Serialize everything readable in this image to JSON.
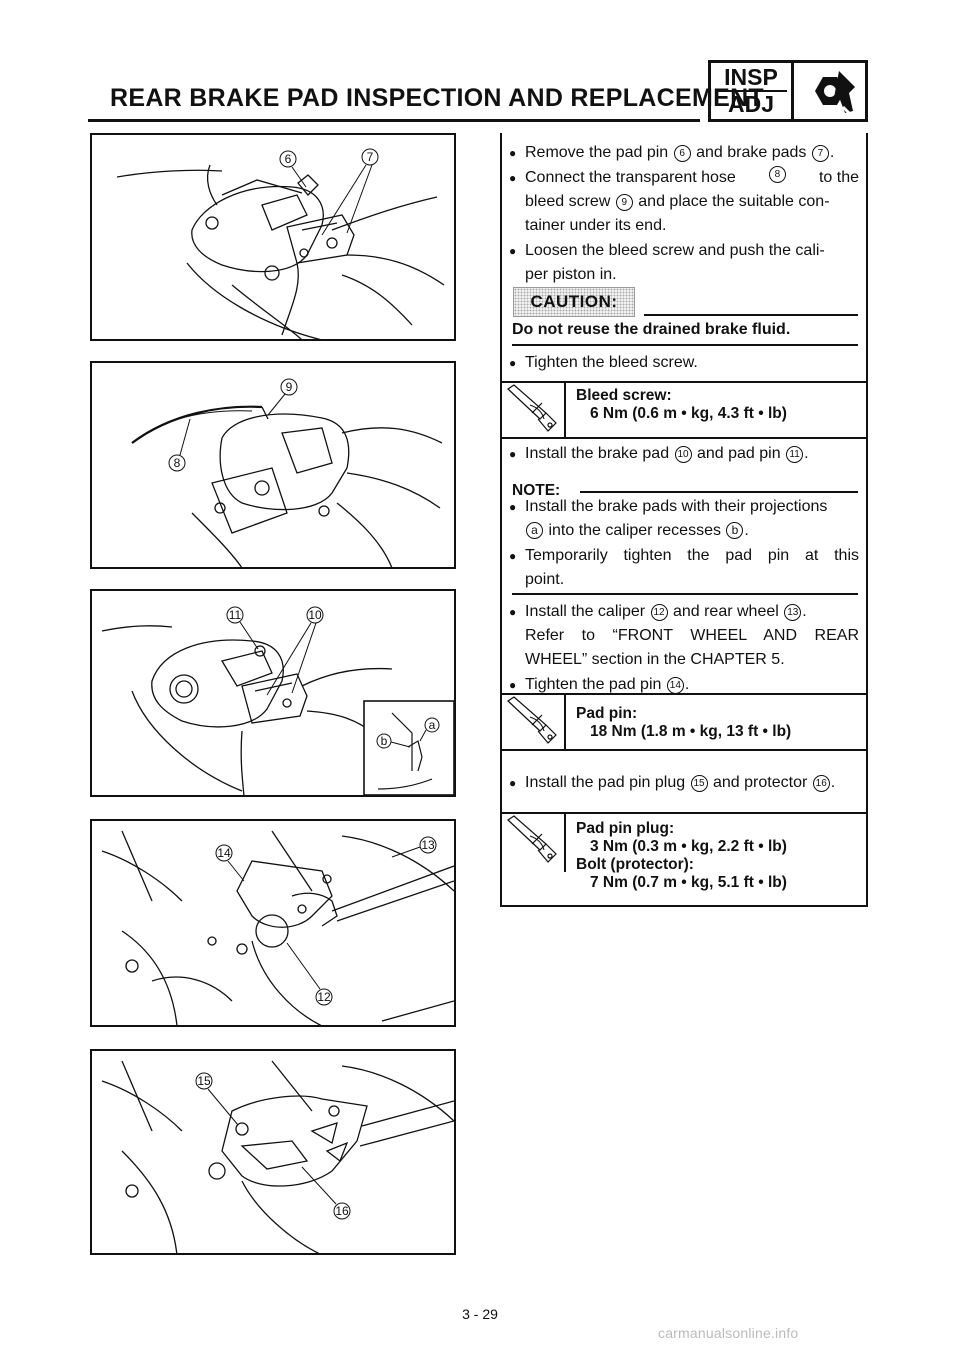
{
  "header": {
    "title": "REAR BRAKE PAD INSPECTION AND REPLACEMENT",
    "badge_top": "INSP",
    "badge_bottom": "ADJ",
    "icon": "wrench-and-nut-icon"
  },
  "figures": [
    {
      "callouts": [
        "6",
        "7"
      ]
    },
    {
      "callouts": [
        "9",
        "8"
      ]
    },
    {
      "callouts": [
        "11",
        "10",
        "a",
        "b"
      ]
    },
    {
      "callouts": [
        "14",
        "13",
        "12"
      ]
    },
    {
      "callouts": [
        "15",
        "16"
      ]
    }
  ],
  "steps": {
    "s1": {
      "a": "Remove the pad pin ",
      "n1": "6",
      "b": " and brake pads ",
      "n2": "7",
      "c": "."
    },
    "s2": {
      "l1a": "Connect the transparent hose ",
      "n1": "8",
      "l1b": " to the",
      "l2a": "bleed screw ",
      "n2": "9",
      "l2b": " and place the suitable con-",
      "l3": "tainer under its end."
    },
    "s3": {
      "l1": "Loosen the bleed screw and push the cali-",
      "l2": "per piston in."
    },
    "caution_label": "CAUTION:",
    "caution_text": "Do not reuse the drained brake fluid.",
    "s4": "Tighten the bleed screw.",
    "t1": {
      "name": "Bleed screw:",
      "value": "6 Nm (0.6 m • kg, 4.3 ft • lb)"
    },
    "s5": {
      "a": "Install the brake pad ",
      "n1": "10",
      "b": " and pad pin ",
      "n2": "11",
      "c": "."
    },
    "note_label": "NOTE:",
    "n1": {
      "l1": "Install the brake pads with their projections",
      "l2a": " into the caliper recesses ",
      "la": "a",
      "lb": "b",
      "l2b": "."
    },
    "n2": {
      "l1": "Temporarily tighten the pad pin at this",
      "l2": "point."
    },
    "s6": {
      "a": "Install the caliper ",
      "n1": "12",
      "b": " and rear wheel ",
      "n2": "13",
      "c": "."
    },
    "s6_refer1": "Refer to “FRONT WHEEL AND REAR",
    "s6_refer2": "WHEEL” section in the CHAPTER 5.",
    "s7": {
      "a": "Tighten the pad pin ",
      "n1": "14",
      "c": "."
    },
    "t2": {
      "name": "Pad pin:",
      "value": "18 Nm (1.8 m • kg, 13 ft • lb)"
    },
    "s8": {
      "a": "Install the pad pin plug ",
      "n1": "15",
      "b": " and protector ",
      "n2": "16",
      "c": "."
    },
    "t3": {
      "name1": "Pad pin plug:",
      "value1": "3 Nm (0.3 m • kg, 2.2 ft • lb)",
      "name2": "Bolt (protector):",
      "value2": "7 Nm (0.7 m • kg, 5.1 ft • lb)"
    },
    "bullet": "●",
    "torque_icon": "torque-wrench-icon"
  },
  "footer": {
    "page_number": "3 - 29",
    "watermark": "carmanualsonline.info"
  }
}
